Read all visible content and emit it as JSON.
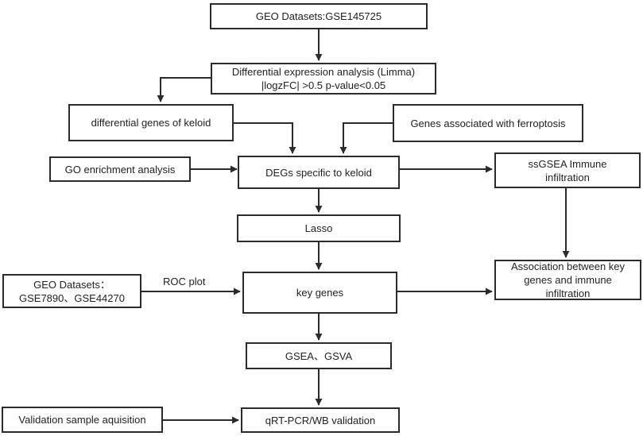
{
  "boxes": {
    "geo_datasets": "GEO Datasets:GSE145725",
    "diff_expression": "Differential expression analysis (Limma)\n|logzFC| >0.5 p-value<0.05",
    "diff_genes_keloid": "differential genes of keloid",
    "ferroptosis_genes": "Genes associated with ferroptosis",
    "go_enrichment": "GO enrichment analysis",
    "degs_specific": "DEGs specific to keloid",
    "ssgsea_immune": "ssGSEA Immune\ninfiltration",
    "lasso": "Lasso",
    "geo_validation": "GEO Datasets：\nGSE7890、GSE44270",
    "key_genes": "key genes",
    "association": "Association between key\ngenes and immune\ninfiltration",
    "gsea_gsva": "GSEA、GSVA",
    "validation_sample": "Validation sample aquisition",
    "qrt_pcr": "qRT-PCR/WB validation"
  },
  "edge_labels": {
    "roc_plot": "ROC plot"
  },
  "colors": {
    "stroke": "#2b2b2b",
    "background": "#ffffff"
  }
}
